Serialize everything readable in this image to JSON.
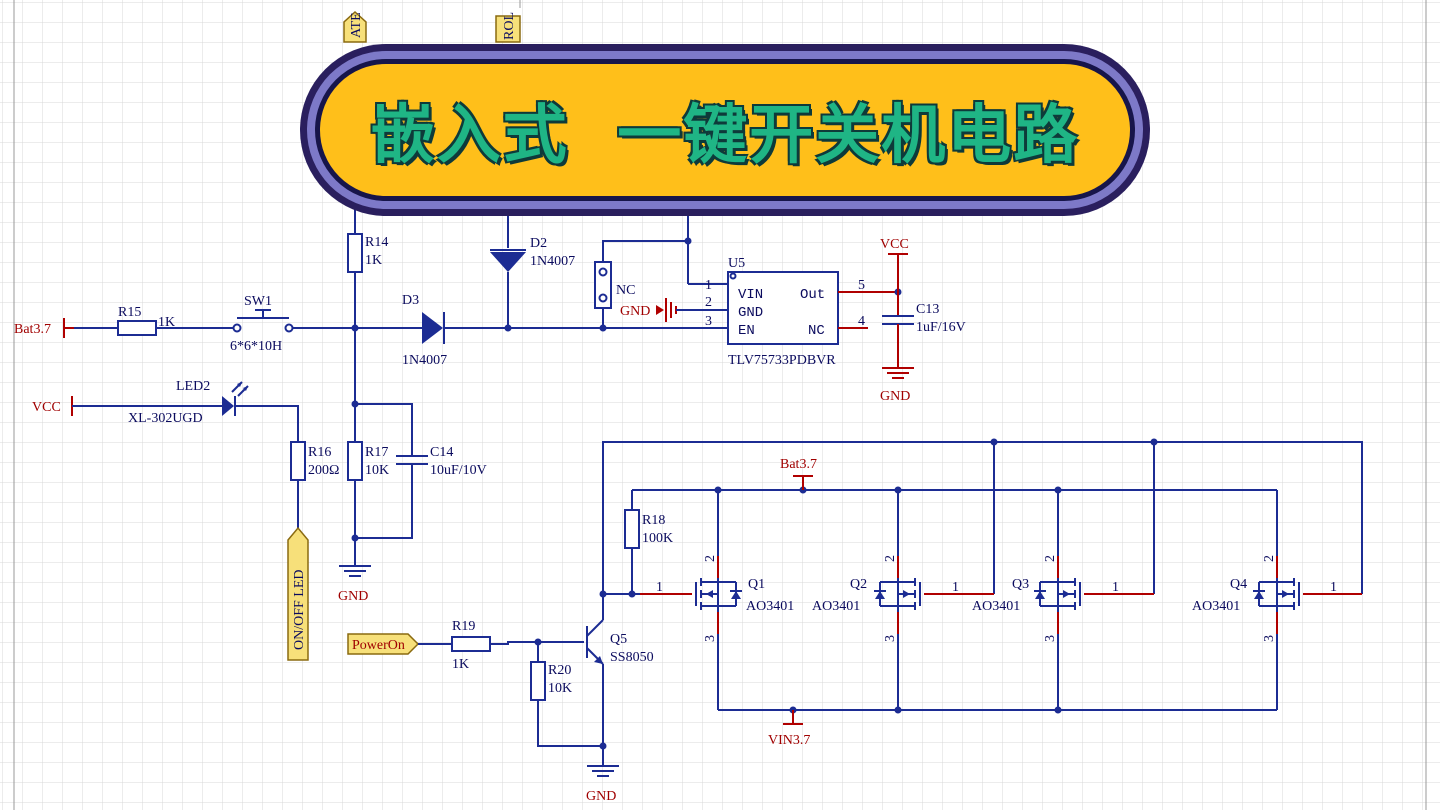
{
  "banner": {
    "title": "嵌入式  一键开关机电路"
  },
  "ports": {
    "top_left": "ATE",
    "top_right": "ROL",
    "power_on": "PowerOn",
    "onoff_led": "ON/OFF LED"
  },
  "nets": {
    "bat_left": "Bat3.7",
    "vcc_left": "VCC",
    "vcc_top": "VCC",
    "gnd_ldo": "GND",
    "gnd_u5": "GND",
    "gnd_r17": "GND",
    "gnd_q5": "GND",
    "bat_mos": "Bat3.7",
    "vin_mos": "VIN3.7"
  },
  "components": {
    "r15": {
      "ref": "R15",
      "value": "1K"
    },
    "sw1": {
      "ref": "SW1",
      "value": "6*6*10H"
    },
    "r14": {
      "ref": "R14",
      "value": "1K"
    },
    "d2": {
      "ref": "D2",
      "value": "1N4007"
    },
    "d3": {
      "ref": "D3",
      "value": "1N4007"
    },
    "nc_jumper": {
      "label": "NC"
    },
    "u5": {
      "ref": "U5",
      "part": "TLV75733PDBVR",
      "pins": [
        {
          "num": "1",
          "name": "VIN"
        },
        {
          "num": "2",
          "name": "GND"
        },
        {
          "num": "3",
          "name": "EN"
        },
        {
          "num": "4",
          "name": "NC"
        },
        {
          "num": "5",
          "name": "Out"
        }
      ]
    },
    "c13": {
      "ref": "C13",
      "value": "1uF/16V"
    },
    "led2": {
      "ref": "LED2",
      "value": "XL-302UGD"
    },
    "r16": {
      "ref": "R16",
      "value": "200Ω"
    },
    "r17": {
      "ref": "R17",
      "value": "10K"
    },
    "c14": {
      "ref": "C14",
      "value": "10uF/10V"
    },
    "r18": {
      "ref": "R18",
      "value": "100K"
    },
    "r19": {
      "ref": "R19",
      "value": "1K"
    },
    "r20": {
      "ref": "R20",
      "value": "10K"
    },
    "q5": {
      "ref": "Q5",
      "value": "SS8050"
    },
    "mosfets": [
      {
        "ref": "Q1",
        "value": "AO3401"
      },
      {
        "ref": "Q2",
        "value": "AO3401"
      },
      {
        "ref": "Q3",
        "value": "AO3401"
      },
      {
        "ref": "Q4",
        "value": "AO3401"
      }
    ],
    "mos_pins": {
      "gate": "1",
      "source": "2",
      "drain": "3"
    }
  },
  "colors": {
    "wire": "#1c2c93",
    "power": "#b00000",
    "banner_fill": "#ffbf1a",
    "banner_text": "#1fb585",
    "port_fill": "#f7e07a"
  }
}
